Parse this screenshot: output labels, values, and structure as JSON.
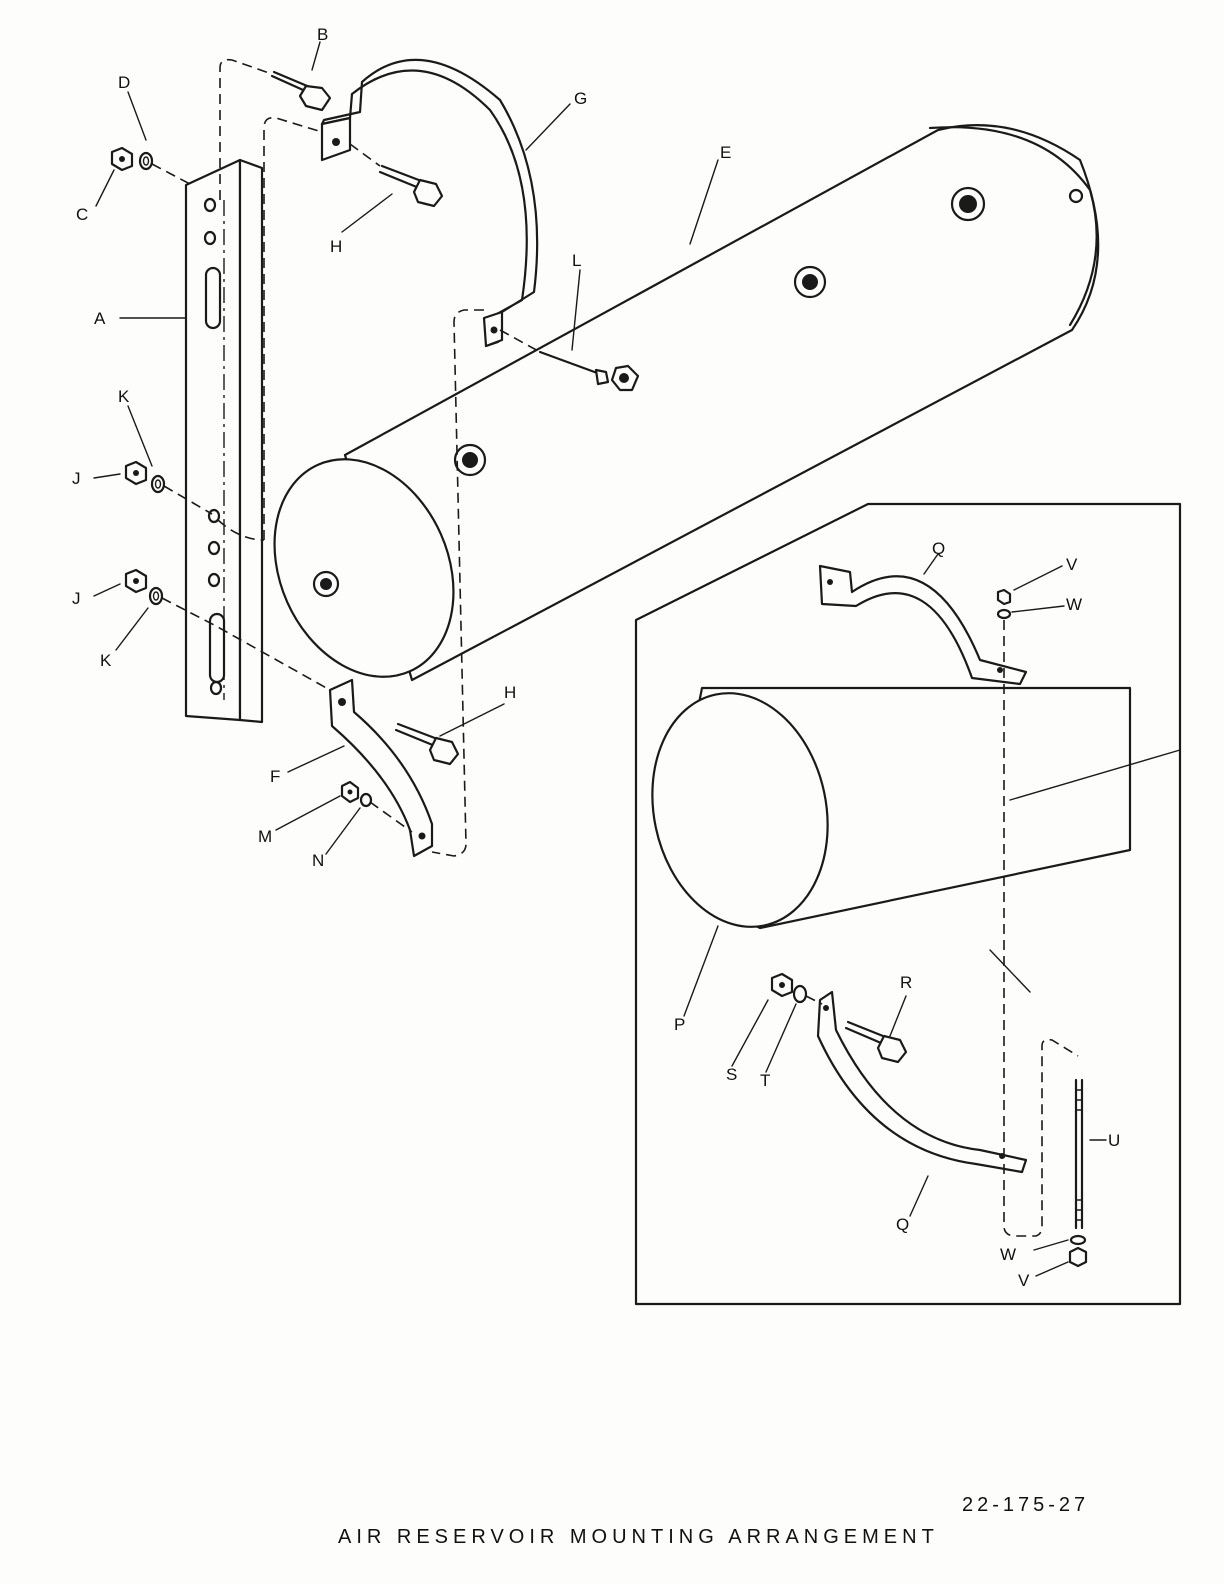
{
  "diagram": {
    "drawing_number": "22-175-27",
    "title": "AIR RESERVOIR MOUNTING ARRANGEMENT",
    "callouts": {
      "A": "A",
      "B": "B",
      "C": "C",
      "D": "D",
      "E": "E",
      "F": "F",
      "G": "G",
      "H1": "H",
      "H2": "H",
      "J1": "J",
      "J2": "J",
      "K1": "K",
      "K2": "K",
      "L": "L",
      "M": "M",
      "N": "N",
      "P": "P",
      "Q1": "Q",
      "Q2": "Q",
      "R": "R",
      "S": "S",
      "T": "T",
      "U": "U",
      "V1": "V",
      "V2": "V",
      "W1": "W",
      "W2": "W"
    }
  }
}
